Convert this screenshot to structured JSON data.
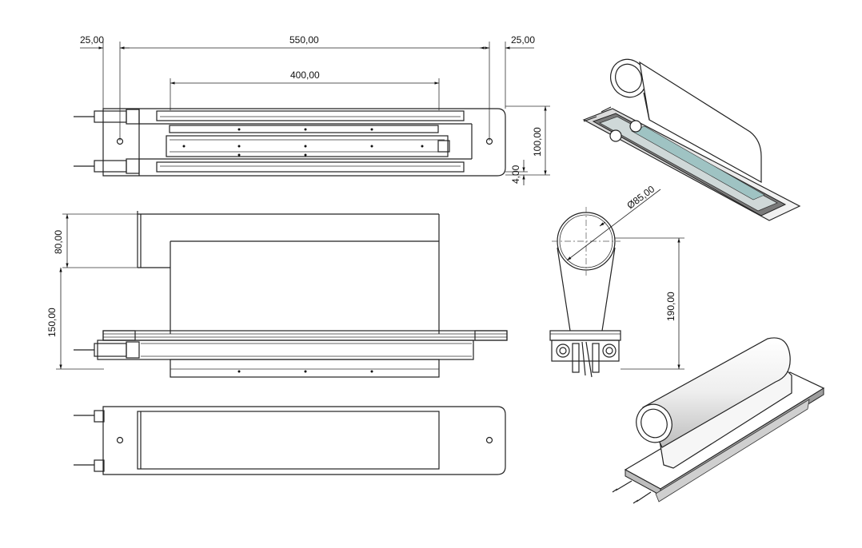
{
  "dimensions": {
    "left_margin": "25,00",
    "overall_length": "550,00",
    "right_margin": "25,00",
    "inner_length": "400,00",
    "width": "100,00",
    "thickness": "4,00",
    "top_height": "80,00",
    "lower_height": "150,00",
    "diameter": "Ø85,00",
    "side_height": "190,00"
  }
}
